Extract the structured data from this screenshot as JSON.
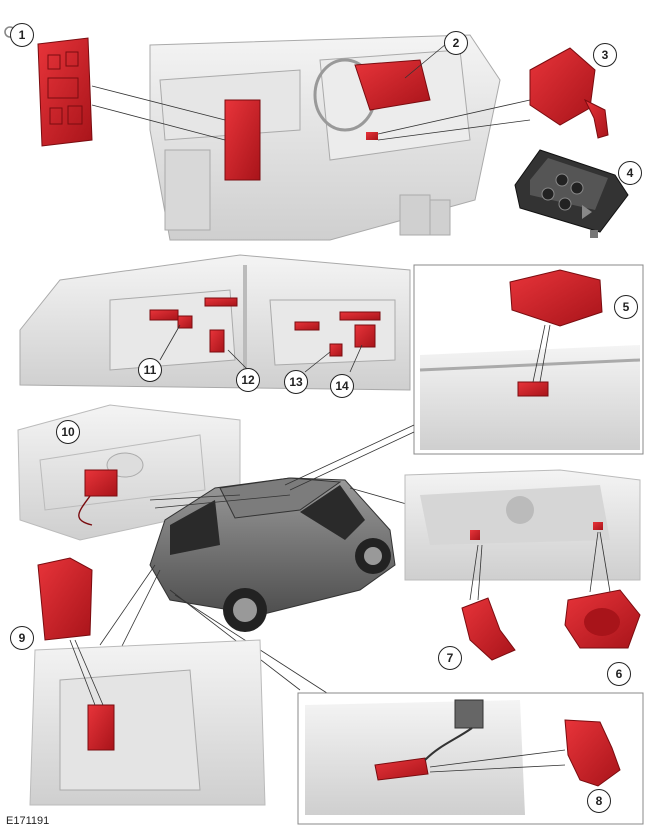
{
  "figure_id": "E171191",
  "callouts": [
    "1",
    "2",
    "3",
    "4",
    "5",
    "6",
    "7",
    "8",
    "9",
    "10",
    "11",
    "12",
    "13",
    "14"
  ],
  "colors": {
    "highlight": "#d21f26",
    "highlight_dark": "#9c1016",
    "line": "#333333",
    "frame": "#888888",
    "scene": "#dcdcdc"
  },
  "icons": [
    "zoom-icon"
  ]
}
